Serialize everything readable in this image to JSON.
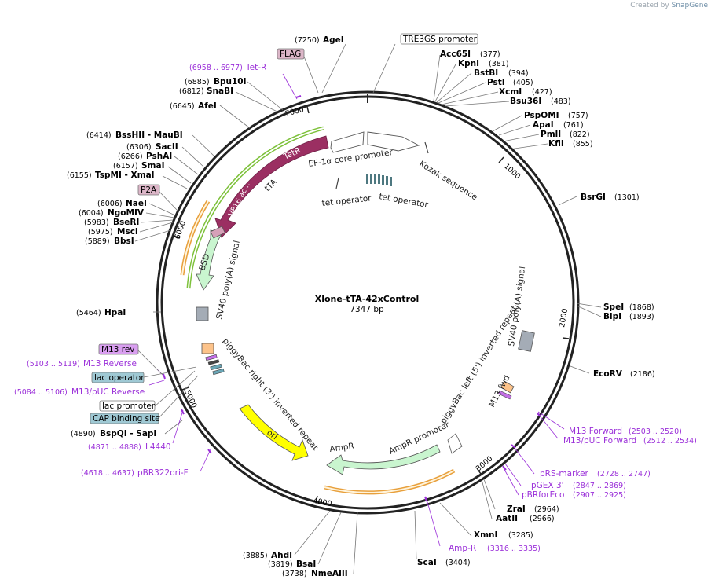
{
  "credit": {
    "prefix": "Created by",
    "brand": "SnapGene"
  },
  "plasmid": {
    "name": "Xlone-tTA-42xControl",
    "length": "7347 bp"
  },
  "ticks": [
    "1000",
    "2000",
    "3000",
    "4000",
    "5000",
    "6000",
    "7000"
  ],
  "sites": [
    {
      "name": "AgeI",
      "pos": "(7250)"
    },
    {
      "name": "Bpu10I",
      "pos": "(6885)"
    },
    {
      "name": "SnaBI",
      "pos": "(6812)"
    },
    {
      "name": "AfeI",
      "pos": "(6645)"
    },
    {
      "name": "BssHII - MauBI",
      "pos": "(6414)"
    },
    {
      "name": "SacII",
      "pos": "(6306)"
    },
    {
      "name": "PshAI",
      "pos": "(6266)"
    },
    {
      "name": "SmaI",
      "pos": "(6157)"
    },
    {
      "name": "TspMI - XmaI",
      "pos": "(6155)"
    },
    {
      "name": "NaeI",
      "pos": "(6006)"
    },
    {
      "name": "NgoMIV",
      "pos": "(6004)"
    },
    {
      "name": "BseRI",
      "pos": "(5983)"
    },
    {
      "name": "MscI",
      "pos": "(5975)"
    },
    {
      "name": "BbsI",
      "pos": "(5889)"
    },
    {
      "name": "HpaI",
      "pos": "(5464)"
    },
    {
      "name": "BspQI - SapI",
      "pos": "(4890)"
    },
    {
      "name": "AhdI",
      "pos": "(3885)"
    },
    {
      "name": "BsaI",
      "pos": "(3819)"
    },
    {
      "name": "NmeAIII",
      "pos": "(3738)"
    },
    {
      "name": "ScaI",
      "pos": "(3404)"
    },
    {
      "name": "XmnI",
      "pos": "(3285)"
    },
    {
      "name": "ZraI",
      "pos": "(2964)"
    },
    {
      "name": "AatII",
      "pos": "(2966)"
    },
    {
      "name": "EcoRV",
      "pos": "(2186)"
    },
    {
      "name": "SpeI",
      "pos": "(1868)"
    },
    {
      "name": "BlpI",
      "pos": "(1893)"
    },
    {
      "name": "BsrGI",
      "pos": "(1301)"
    },
    {
      "name": "PspOMI",
      "pos": "(757)"
    },
    {
      "name": "ApaI",
      "pos": "(761)"
    },
    {
      "name": "PmlI",
      "pos": "(822)"
    },
    {
      "name": "KflI",
      "pos": "(855)"
    },
    {
      "name": "Acc65I",
      "pos": "(377)"
    },
    {
      "name": "KpnI",
      "pos": "(381)"
    },
    {
      "name": "BstBI",
      "pos": "(394)"
    },
    {
      "name": "PstI",
      "pos": "(405)"
    },
    {
      "name": "XcmI",
      "pos": "(427)"
    },
    {
      "name": "Bsu36I",
      "pos": "(483)"
    }
  ],
  "primers": [
    {
      "name": "Tet-R",
      "pos": "(6958 .. 6977)"
    },
    {
      "name": "M13 Reverse",
      "pos": "(5103 .. 5119)"
    },
    {
      "name": "M13/pUC Reverse",
      "pos": "(5084 .. 5106)"
    },
    {
      "name": "L4440",
      "pos": "(4871 .. 4888)"
    },
    {
      "name": "pBR322ori-F",
      "pos": "(4618 .. 4637)"
    },
    {
      "name": "Amp-R",
      "pos": "(3316 .. 3335)"
    },
    {
      "name": "pBRforEco",
      "pos": "(2907 .. 2925)"
    },
    {
      "name": "pGEX 3'",
      "pos": "(2847 .. 2869)"
    },
    {
      "name": "pRS-marker",
      "pos": "(2728 .. 2747)"
    },
    {
      "name": "M13/pUC Forward",
      "pos": "(2512 .. 2534)"
    },
    {
      "name": "M13 Forward",
      "pos": "(2503 .. 2520)"
    }
  ],
  "boxed_labels": [
    {
      "name": "TRE3GS promoter",
      "style": "white"
    },
    {
      "name": "FLAG",
      "style": "pink"
    },
    {
      "name": "P2A",
      "style": "pink"
    },
    {
      "name": "M13 rev",
      "style": "violet"
    },
    {
      "name": "lac operator",
      "style": "teal"
    },
    {
      "name": "lac promoter",
      "style": "white"
    },
    {
      "name": "CAP binding site",
      "style": "teal"
    }
  ],
  "features": {
    "ef1a": "EF-1α core promoter",
    "kozak": "Kozak sequence",
    "tet_op_1": "tet operator",
    "tet_op_2": "tet operator",
    "tetr": "TetR",
    "vp16": "VP16 ac...",
    "tta": "tTA",
    "bsd": "BSD",
    "sv40_left": "SV40 poly(A) signal",
    "sv40_right": "SV40 poly(A) signal",
    "pb_left": "piggyBac left (5') inverted repeat",
    "m13_fwd": "M13 fwd",
    "ampr_promoter": "AmpR promoter",
    "ampr": "AmpR",
    "ori": "ori",
    "pb_right": "piggyBac right (3') inverted repeat"
  },
  "colors": {
    "backbone": "#222222",
    "tetr": "#9b2f62",
    "bsd": "#c9f5cf",
    "ampr": "#c9f5cf",
    "ori": "#ffff00",
    "primer": "#9b30d9",
    "orange_outline": "#e8a03c",
    "green_outline": "#7dc13a"
  }
}
